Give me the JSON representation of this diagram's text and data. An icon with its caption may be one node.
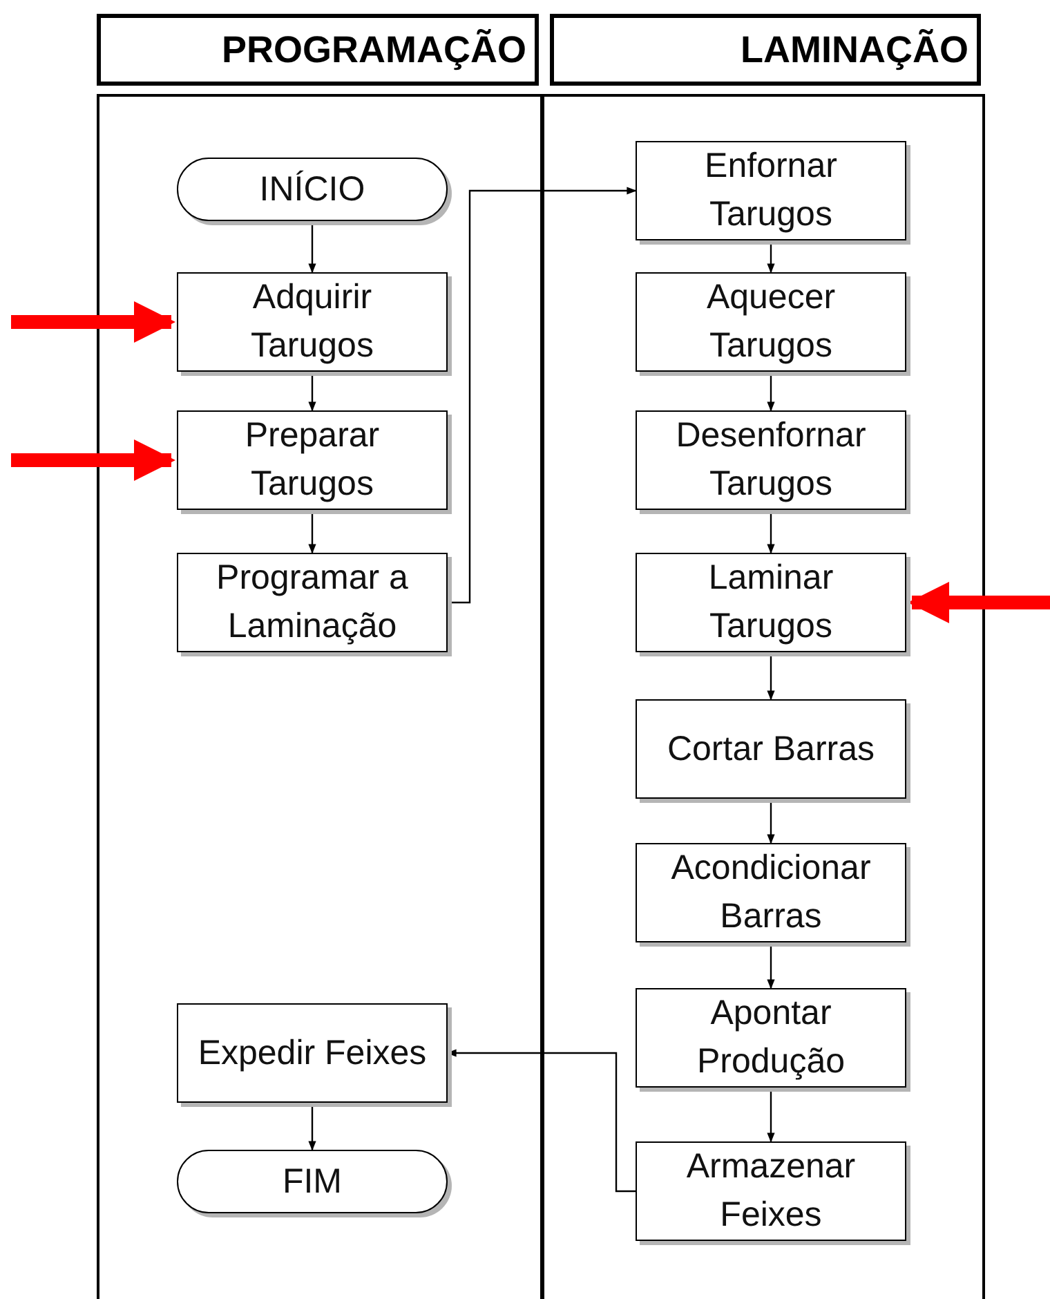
{
  "diagram": {
    "nodes": [
      {
        "text": [
          "PROGRAMAÇÃO"
        ]
      },
      {
        "text": [
          "LAMINAÇÃO"
        ]
      },
      {
        "text": [
          "INÍCIO"
        ],
        "in": 0
      },
      {
        "text": [
          "Adquirir Tarugos"
        ],
        "in": 0
      },
      {
        "text": [
          "Preparar Tarugos"
        ],
        "in": 0
      },
      {
        "text": [
          "Programar a Laminação"
        ],
        "in": 0
      },
      {
        "text": [
          "Expedir Feixes"
        ],
        "in": 0
      },
      {
        "text": [
          "FIM"
        ],
        "in": 0
      },
      {
        "text": [
          "Enfornar Tarugos"
        ],
        "in": 1
      },
      {
        "text": [
          "Aquecer Tarugos"
        ],
        "in": 1
      },
      {
        "text": [
          "Desenfornar Tarugos"
        ],
        "in": 1
      },
      {
        "text": [
          "Laminar Tarugos"
        ],
        "in": 1
      },
      {
        "text": [
          "Cortar Barras"
        ],
        "in": 1
      },
      {
        "text": [
          "Acondicionar Barras"
        ],
        "in": 1
      },
      {
        "text": [
          "Apontar Produção"
        ],
        "in": 1
      },
      {
        "text": [
          "Armazenar Feixes"
        ],
        "in": 1
      }
    ],
    "edges": [
      {
        "from": 2,
        "to": 3,
        "arrow": "to"
      },
      {
        "from": 3,
        "to": 4,
        "arrow": "to"
      },
      {
        "from": 4,
        "to": 5,
        "arrow": "to"
      },
      {
        "from": 5,
        "to": 8,
        "arrow": "to"
      },
      {
        "from": 8,
        "to": 9,
        "arrow": "to"
      },
      {
        "from": 9,
        "to": 10,
        "arrow": "to"
      },
      {
        "from": 10,
        "to": 11,
        "arrow": "to"
      },
      {
        "from": 11,
        "to": 12,
        "arrow": "to"
      },
      {
        "from": 12,
        "to": 13,
        "arrow": "to"
      },
      {
        "from": 13,
        "to": 14,
        "arrow": "to"
      },
      {
        "from": 14,
        "to": 15,
        "arrow": "to"
      },
      {
        "from": 15,
        "to": 6,
        "arrow": "to"
      },
      {
        "from": 6,
        "to": 7,
        "arrow": "to"
      },
      {
        "from": null,
        "to": 3,
        "arrow": "to",
        "style": "thick",
        "color": "#ff0000"
      },
      {
        "from": null,
        "to": 4,
        "arrow": "to",
        "style": "thick",
        "color": "#ff0000"
      },
      {
        "from": null,
        "to": 11,
        "arrow": "to",
        "style": "thick",
        "color": "#ff0000"
      }
    ]
  }
}
